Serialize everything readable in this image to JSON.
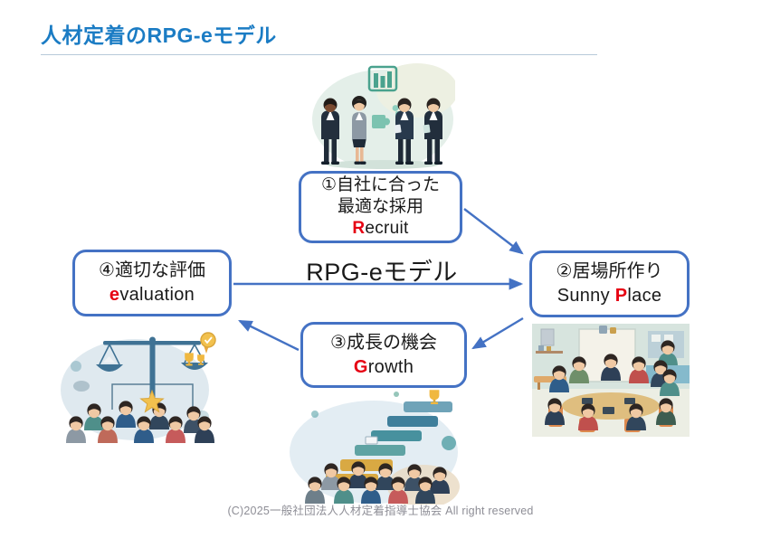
{
  "slide": {
    "title": "人材定着のRPG-eモデル",
    "center_label": "RPG-eモデル",
    "footer": "(C)2025一般社団法人人材定着指導士協会 All right reserved"
  },
  "boxes": {
    "recruit": {
      "jp1": "①自社に合った",
      "jp2": "最適な採用",
      "en_pre": "",
      "en_red": "R",
      "en_post": "ecruit"
    },
    "sunny_place": {
      "jp1": "②居場所作り",
      "en_pre": "Sunny ",
      "en_red": "P",
      "en_post": "lace"
    },
    "growth": {
      "jp1": "③成長の機会",
      "en_pre": "",
      "en_red": "G",
      "en_post": "rowth"
    },
    "evaluation": {
      "jp1": "④適切な評価",
      "en_pre": "",
      "en_red": "e",
      "en_post": "valuation"
    }
  },
  "illustrations": {
    "recruit": "business-team-recruiting-illustration",
    "sunny_place": "round-table-meeting-illustration",
    "growth": "ascending-steps-trophy-illustration",
    "evaluation": "balance-scale-evaluation-illustration"
  },
  "colors": {
    "title_blue": "#1b7cc4",
    "box_border_blue": "#4472c4",
    "arrow_blue": "#4472c4",
    "accent_red": "#e60012",
    "text_black": "#1a1a1a",
    "rule_gray": "#b7c9d9",
    "footer_gray": "#8e8e96"
  }
}
